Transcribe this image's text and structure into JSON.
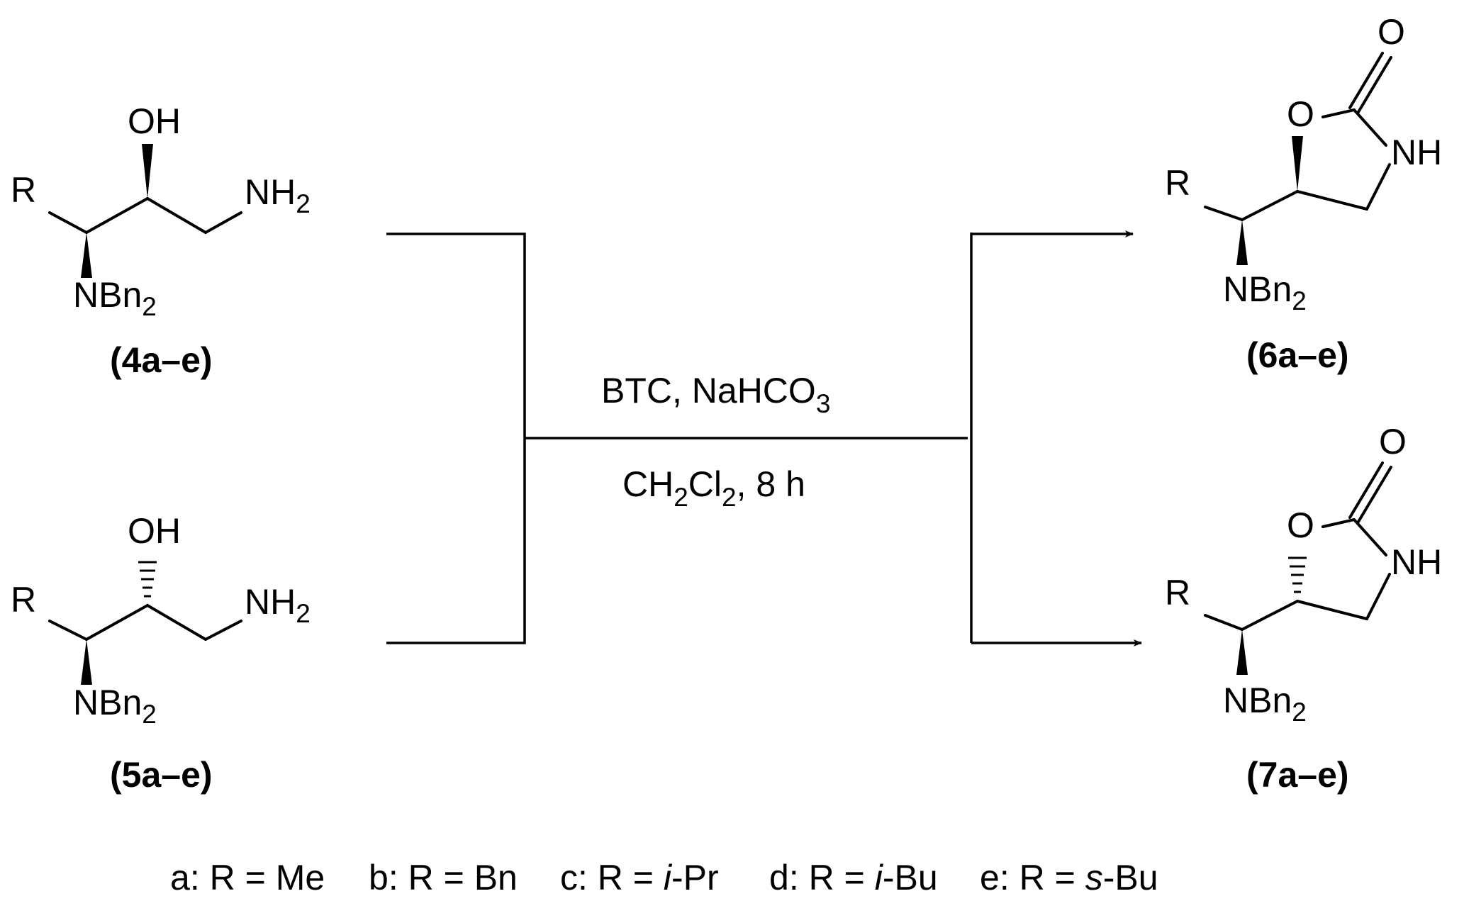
{
  "reactants": [
    {
      "id": "compound-4",
      "label_number": "4",
      "label_range": "a–e",
      "substituent": "R",
      "hydroxyl": "OH",
      "amine": "NH",
      "amine_sub": "2",
      "dibenzylamino": "NBn",
      "dibenzylamino_sub": "2",
      "hydroxyl_stereo": "wedge"
    },
    {
      "id": "compound-5",
      "label_number": "5",
      "label_range": "a–e",
      "substituent": "R",
      "hydroxyl": "OH",
      "amine": "NH",
      "amine_sub": "2",
      "dibenzylamino": "NBn",
      "dibenzylamino_sub": "2",
      "hydroxyl_stereo": "hash"
    }
  ],
  "conditions": {
    "reagents_main": "BTC, NaHCO",
    "reagents_sub": "3",
    "solvent_ch": "CH",
    "solvent_sub1": "2",
    "solvent_cl": "Cl",
    "solvent_sub2": "2",
    "solvent_time": ", 8 h"
  },
  "products": [
    {
      "id": "compound-6",
      "label_number": "6",
      "label_range": "a–e",
      "substituent": "R",
      "ring_oxygen": "O",
      "carbonyl_oxygen": "O",
      "ring_nh": "NH",
      "dibenzylamino": "NBn",
      "dibenzylamino_sub": "2",
      "stereo": "wedge"
    },
    {
      "id": "compound-7",
      "label_number": "7",
      "label_range": "a–e",
      "substituent": "R",
      "ring_oxygen": "O",
      "carbonyl_oxygen": "O",
      "ring_nh": "NH",
      "dibenzylamino": "NBn",
      "dibenzylamino_sub": "2",
      "stereo": "hash"
    }
  ],
  "legend": [
    {
      "key": "a",
      "prefix": "R = ",
      "italic": "",
      "suffix": "Me"
    },
    {
      "key": "b",
      "prefix": "R = ",
      "italic": "",
      "suffix": "Bn"
    },
    {
      "key": "c",
      "prefix": "R = ",
      "italic": "i",
      "suffix": "-Pr"
    },
    {
      "key": "d",
      "prefix": "R = ",
      "italic": "i",
      "suffix": "-Bu"
    },
    {
      "key": "e",
      "prefix": "R = ",
      "italic": "s",
      "suffix": "-Bu"
    }
  ]
}
